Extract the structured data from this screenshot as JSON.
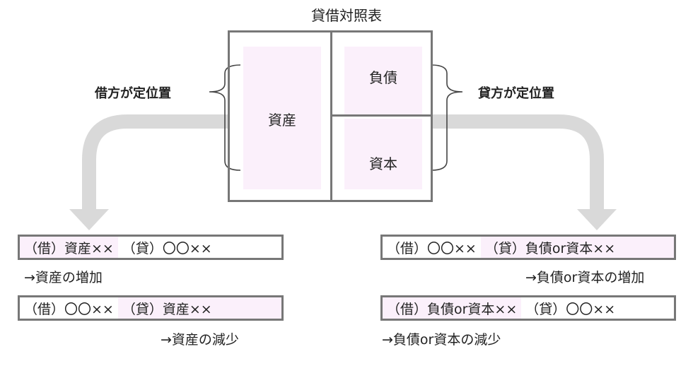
{
  "title": "貸借対照表",
  "balance_sheet": {
    "left_cell": "資産",
    "right_top_cell": "負債",
    "right_bottom_cell": "資本"
  },
  "labels": {
    "debit_side": "借方が定位置",
    "credit_side": "貸方が定位置"
  },
  "left_entries": [
    {
      "debit": "（借）資産××",
      "credit": "（貸）〇〇××",
      "note": "→資産の増加"
    },
    {
      "debit": "（借）〇〇××",
      "credit": "（貸）資産××",
      "note": "→資産の減少"
    }
  ],
  "right_entries": [
    {
      "debit": "（借）〇〇××",
      "credit": "（貸）負債or資本××",
      "note": "→負債or資本の増加"
    },
    {
      "debit": "（借）負債or資本××",
      "credit": "（貸）〇〇××",
      "note": "→負債or資本の減少"
    }
  ],
  "colors": {
    "highlight": "#fbf0fb",
    "border": "#777777",
    "arrow": "#d9d9d9"
  }
}
